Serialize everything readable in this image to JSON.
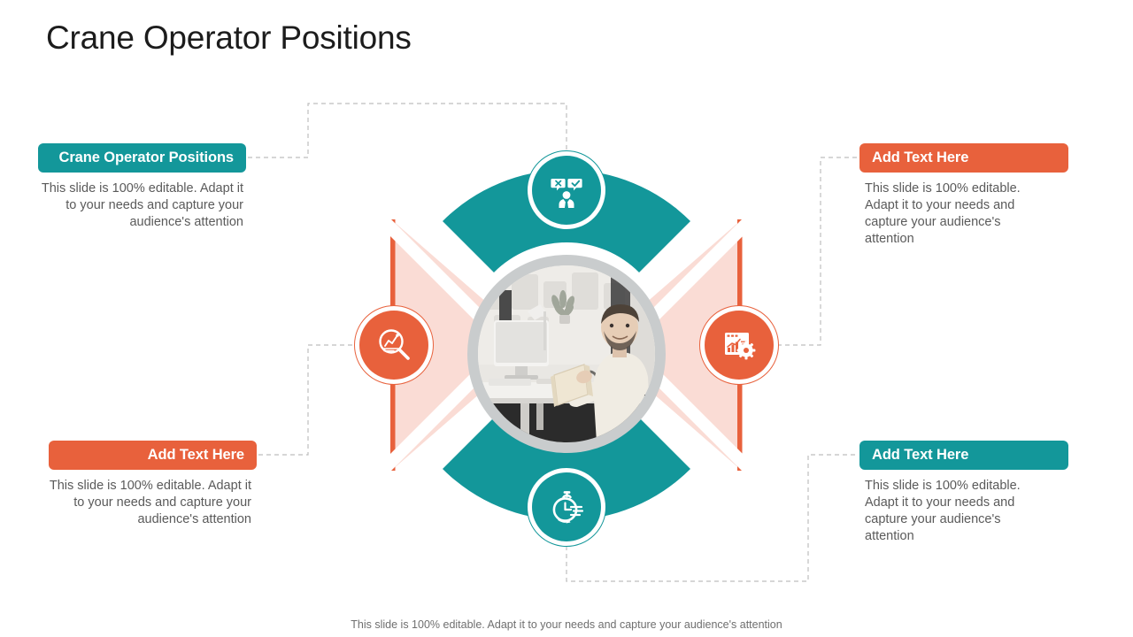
{
  "slide": {
    "title": "Crane Operator Positions",
    "footer": "This slide is 100% editable. Adapt it to your needs and capture your audience's attention"
  },
  "colors": {
    "teal": "#13979a",
    "orange": "#e8613c",
    "pink_wedge": "#fadcd5",
    "photo_ring": "#c9cccd",
    "body_text": "#5a5a5a",
    "title_text": "#1c1c1c",
    "connector": "#bdbdbd"
  },
  "blocks": {
    "top_left": {
      "label": "Crane Operator Positions",
      "description": "This slide is 100% editable. Adapt it to your needs and capture your audience's attention",
      "color": "teal",
      "align": "right"
    },
    "bottom_left": {
      "label": "Add Text Here",
      "description": "This slide is 100% editable. Adapt it to your needs and capture your audience's attention",
      "color": "orange",
      "align": "right"
    },
    "top_right": {
      "label": "Add Text Here",
      "description": "This slide is 100% editable. Adapt it to your needs and capture your audience's attention",
      "color": "orange",
      "align": "left"
    },
    "bottom_right": {
      "label": "Add Text Here",
      "description": "This slide is 100% editable. Adapt it to your needs and capture your audience's attention",
      "color": "teal",
      "align": "left"
    }
  },
  "diagram": {
    "center_image_alt": "Smiling businessman at office desk holding an open book",
    "icons": {
      "top": "feedback-person-icon",
      "bottom": "stopwatch-icon",
      "left": "magnifier-chart-icon",
      "right": "report-gear-icon"
    }
  }
}
